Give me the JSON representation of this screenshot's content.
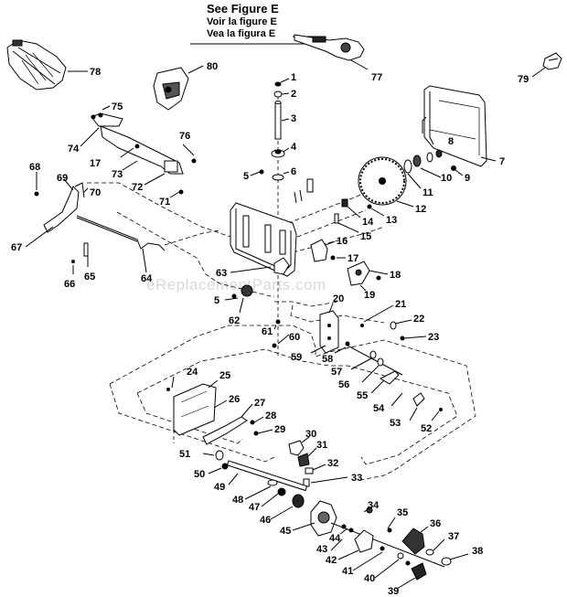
{
  "header": {
    "line1": "See Figure E",
    "line2": "Voir la figure E",
    "line3": "Vea la figura E"
  },
  "watermark": "eReplacementParts.com",
  "part_numbers": [
    "1",
    "2",
    "3",
    "4",
    "5",
    "6",
    "7",
    "8",
    "9",
    "10",
    "11",
    "12",
    "13",
    "14",
    "15",
    "16",
    "17",
    "18",
    "19",
    "20",
    "21",
    "22",
    "23",
    "24",
    "25",
    "26",
    "27",
    "28",
    "29",
    "30",
    "31",
    "32",
    "33",
    "34",
    "35",
    "36",
    "37",
    "38",
    "39",
    "40",
    "41",
    "42",
    "43",
    "44",
    "45",
    "46",
    "47",
    "48",
    "49",
    "50",
    "51",
    "52",
    "53",
    "54",
    "55",
    "56",
    "57",
    "58",
    "59",
    "60",
    "61",
    "62",
    "63",
    "64",
    "65",
    "66",
    "67",
    "68",
    "69",
    "70",
    "71",
    "72",
    "73",
    "74",
    "75",
    "76",
    "77",
    "78",
    "79",
    "80"
  ],
  "label_17b": "17",
  "label_5b": "5"
}
